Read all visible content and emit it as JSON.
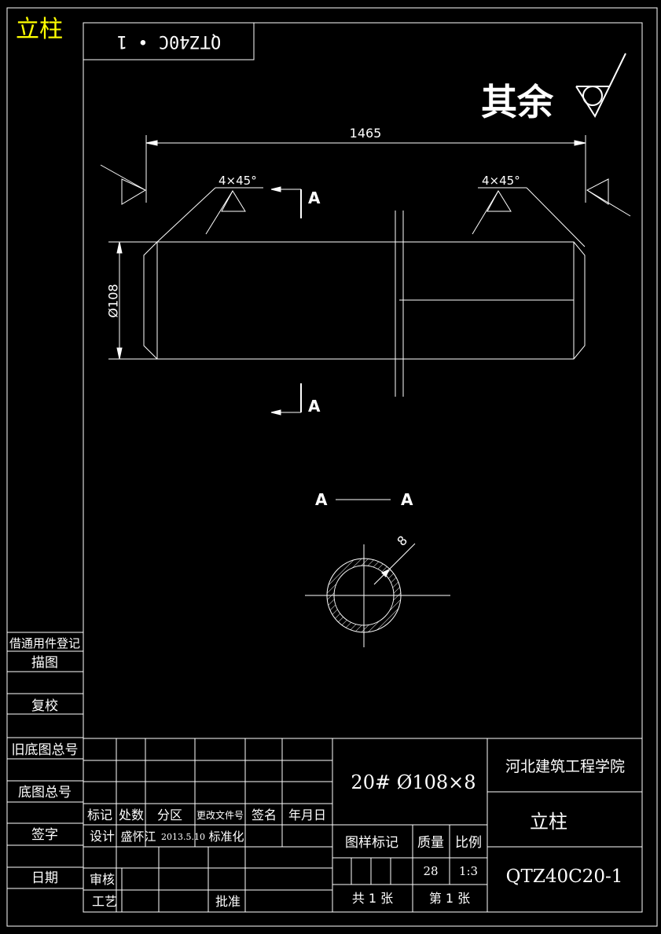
{
  "corner_label": "立柱",
  "top_stamp": "QTZ40C • 1",
  "roughness": {
    "label": "其余"
  },
  "dimensions": {
    "length": "1465",
    "diameter": "Ø108",
    "chamfer": "4×45°",
    "wall": "8"
  },
  "section": {
    "marker": "A",
    "title_left": "A",
    "title_right": "A"
  },
  "side_table": {
    "borrow_register": "借通用件登记",
    "trace": "描图",
    "recheck": "复校",
    "old_master_no": "旧底图总号",
    "master_no": "底图总号",
    "signature": "签字",
    "date": "日期"
  },
  "title_block": {
    "material_spec": "20# Ø108×8",
    "institution": "河北建筑工程学院",
    "part_name": "立柱",
    "drawing_no": "QTZ40C20-1",
    "headers": [
      "标记",
      "处数",
      "分区",
      "更改文件号",
      "签名",
      "年月日"
    ],
    "design_label": "设计",
    "designer": "盛怀江",
    "design_date": "2013.5.10",
    "standardize": "标准化",
    "review": "审核",
    "process": "工艺",
    "approve": "批准",
    "pattern_mark": "图样标记",
    "mass_label": "质量",
    "scale_label": "比例",
    "mass": "28",
    "scale": "1:3",
    "total_sheets": "共 1 张",
    "sheet_no": "第 1 张"
  },
  "colors": {
    "background": "#000000",
    "lines": "#ffffff",
    "corner_label": "#ffff00",
    "hatch": "#ffffff"
  }
}
